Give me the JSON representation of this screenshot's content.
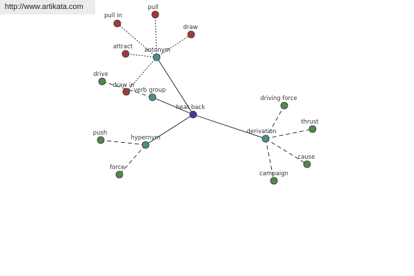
{
  "source_url": "http://www.artikata.com",
  "colors": {
    "center": "#3c3f99",
    "relation": "#4a8f8f",
    "antonym_leaf": "#a03c3c",
    "leaf": "#4e8a48"
  },
  "nodes": [
    {
      "id": "heat-back",
      "label": "heat back",
      "kind": "center"
    },
    {
      "id": "antonym",
      "label": "antonym",
      "kind": "relation"
    },
    {
      "id": "verb-group",
      "label": "verb group",
      "kind": "relation"
    },
    {
      "id": "hypernym",
      "label": "hypernym",
      "kind": "relation"
    },
    {
      "id": "derivation",
      "label": "derivation",
      "kind": "relation"
    },
    {
      "id": "pull-in",
      "label": "pull in",
      "kind": "antonym_leaf"
    },
    {
      "id": "pull",
      "label": "pull",
      "kind": "antonym_leaf"
    },
    {
      "id": "draw",
      "label": "draw",
      "kind": "antonym_leaf"
    },
    {
      "id": "attract",
      "label": "attract",
      "kind": "antonym_leaf"
    },
    {
      "id": "draw-in",
      "label": "draw in",
      "kind": "antonym_leaf"
    },
    {
      "id": "drive",
      "label": "drive",
      "kind": "leaf"
    },
    {
      "id": "push",
      "label": "push",
      "kind": "leaf"
    },
    {
      "id": "force",
      "label": "force",
      "kind": "leaf"
    },
    {
      "id": "driving-force",
      "label": "driving force",
      "kind": "leaf"
    },
    {
      "id": "thrust",
      "label": "thrust",
      "kind": "leaf"
    },
    {
      "id": "cause",
      "label": "cause",
      "kind": "leaf"
    },
    {
      "id": "campaign",
      "label": "campaign",
      "kind": "leaf"
    }
  ],
  "edges": [
    {
      "from": "heat-back",
      "to": "antonym",
      "style": "solid"
    },
    {
      "from": "heat-back",
      "to": "verb-group",
      "style": "solid"
    },
    {
      "from": "heat-back",
      "to": "hypernym",
      "style": "solid"
    },
    {
      "from": "heat-back",
      "to": "derivation",
      "style": "solid"
    },
    {
      "from": "antonym",
      "to": "pull-in",
      "style": "dotted"
    },
    {
      "from": "antonym",
      "to": "pull",
      "style": "dotted"
    },
    {
      "from": "antonym",
      "to": "draw",
      "style": "dotted"
    },
    {
      "from": "antonym",
      "to": "attract",
      "style": "dotted"
    },
    {
      "from": "antonym",
      "to": "draw-in",
      "style": "dotted"
    },
    {
      "from": "verb-group",
      "to": "drive",
      "style": "dashed"
    },
    {
      "from": "hypernym",
      "to": "push",
      "style": "dashed"
    },
    {
      "from": "hypernym",
      "to": "force",
      "style": "dashed"
    },
    {
      "from": "derivation",
      "to": "driving-force",
      "style": "dashed"
    },
    {
      "from": "derivation",
      "to": "thrust",
      "style": "dashed"
    },
    {
      "from": "derivation",
      "to": "cause",
      "style": "dashed"
    },
    {
      "from": "derivation",
      "to": "campaign",
      "style": "dashed"
    }
  ]
}
